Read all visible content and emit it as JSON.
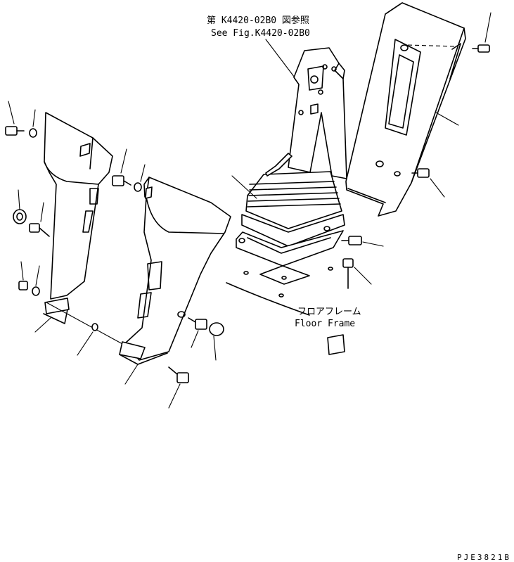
{
  "ref_note": {
    "line1": "第 K4420-02B0 図参照",
    "line2": "See Fig.K4420-02B0"
  },
  "floor_label": {
    "jp": "フロアフレーム",
    "en": "Floor Frame"
  },
  "drawing_code": "PJE3821B"
}
